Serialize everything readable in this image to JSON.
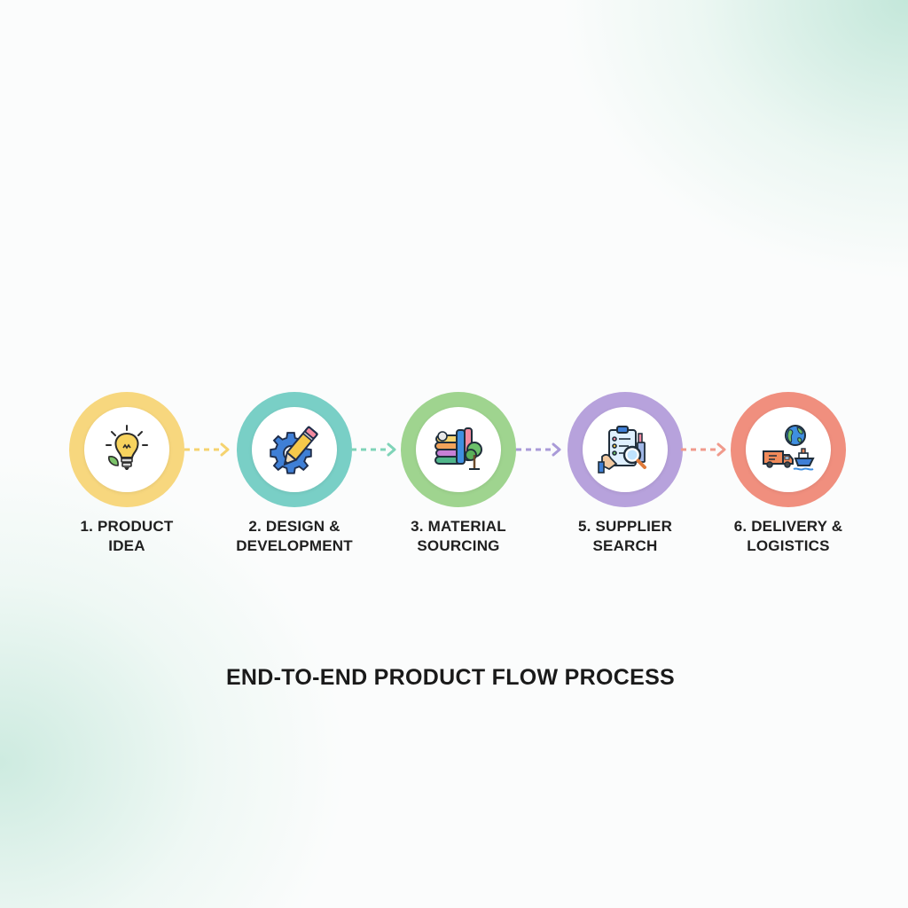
{
  "title": "END-TO-END PRODUCT FLOW PROCESS",
  "steps": [
    {
      "line1": "1. PRODUCT",
      "line2": "IDEA",
      "color": "#f7d77e",
      "icon": "lightbulb-icon"
    },
    {
      "line1": "2. DESIGN &",
      "line2": "DEVELOPMENT",
      "color": "#79cfc6",
      "icon": "pencil-gear-icon"
    },
    {
      "line1": "3. MATERIAL",
      "line2": "SOURCING",
      "color": "#9fd48f",
      "icon": "materials-tree-icon"
    },
    {
      "line1": "5. SUPPLIER",
      "line2": "SEARCH",
      "color": "#b7a2dc",
      "icon": "clipboard-magnifier-icon"
    },
    {
      "line1": "6. DELIVERY &",
      "line2": "LOGISTICS",
      "color": "#f08f7e",
      "icon": "truck-globe-ship-icon"
    }
  ],
  "arrows": [
    {
      "color": "#f5d36f"
    },
    {
      "color": "#7fd4b8"
    },
    {
      "color": "#a99ad8"
    },
    {
      "color": "#f09a8c"
    }
  ]
}
